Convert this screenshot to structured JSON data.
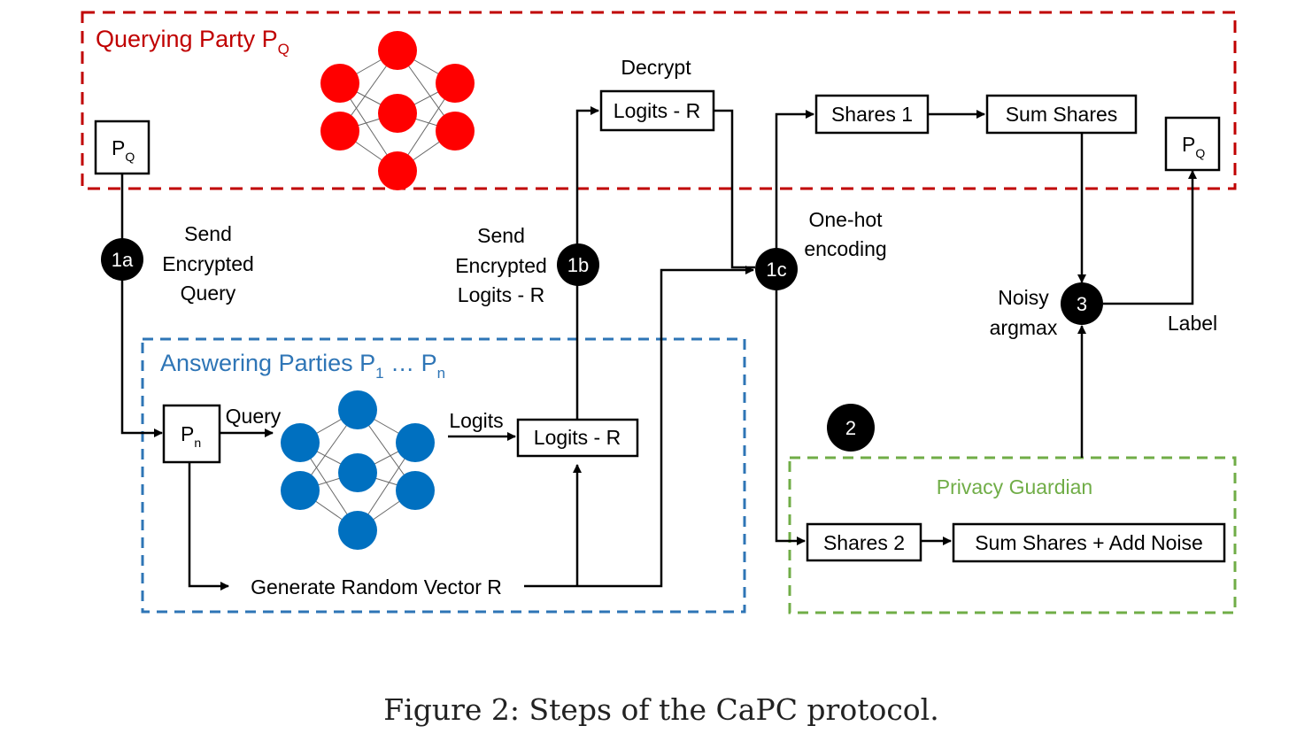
{
  "groups": {
    "querying": {
      "label": "Querying Party P",
      "sub": "Q"
    },
    "answering": {
      "label": "Answering Parties P",
      "sub1": "1",
      "mid": " … P",
      "sub2": "n"
    },
    "guardian": {
      "label": "Privacy Guardian"
    }
  },
  "nodes": {
    "pq_left": {
      "main": "P",
      "sub": "Q"
    },
    "pq_right": {
      "main": "P",
      "sub": "Q"
    },
    "pn": {
      "main": "P",
      "sub": "n"
    },
    "logits_top": "Logits - R",
    "logits_bottom": "Logits - R",
    "shares1": "Shares 1",
    "sum_shares": "Sum Shares",
    "shares2": "Shares 2",
    "sum_noise": "Sum Shares + Add Noise",
    "random_vector": "Generate Random Vector R"
  },
  "steps": {
    "s1a": "1a",
    "s1b": "1b",
    "s1c": "1c",
    "s2": "2",
    "s3": "3"
  },
  "labels": {
    "decrypt": "Decrypt",
    "send_query": [
      "Send",
      "Encrypted",
      "Query"
    ],
    "send_logits": [
      "Send",
      "Encrypted",
      "Logits - R"
    ],
    "onehot": [
      "One-hot",
      "encoding"
    ],
    "noisy": [
      "Noisy",
      "argmax"
    ],
    "label": "Label",
    "query": "Query",
    "logits": "Logits"
  },
  "colors": {
    "querying": "#c00000",
    "querying_nodes": "#ff0000",
    "answering": "#2e75b6",
    "answering_nodes": "#0070c0",
    "guardian": "#70ad47"
  },
  "caption": "Figure 2: Steps of the CaPC protocol."
}
